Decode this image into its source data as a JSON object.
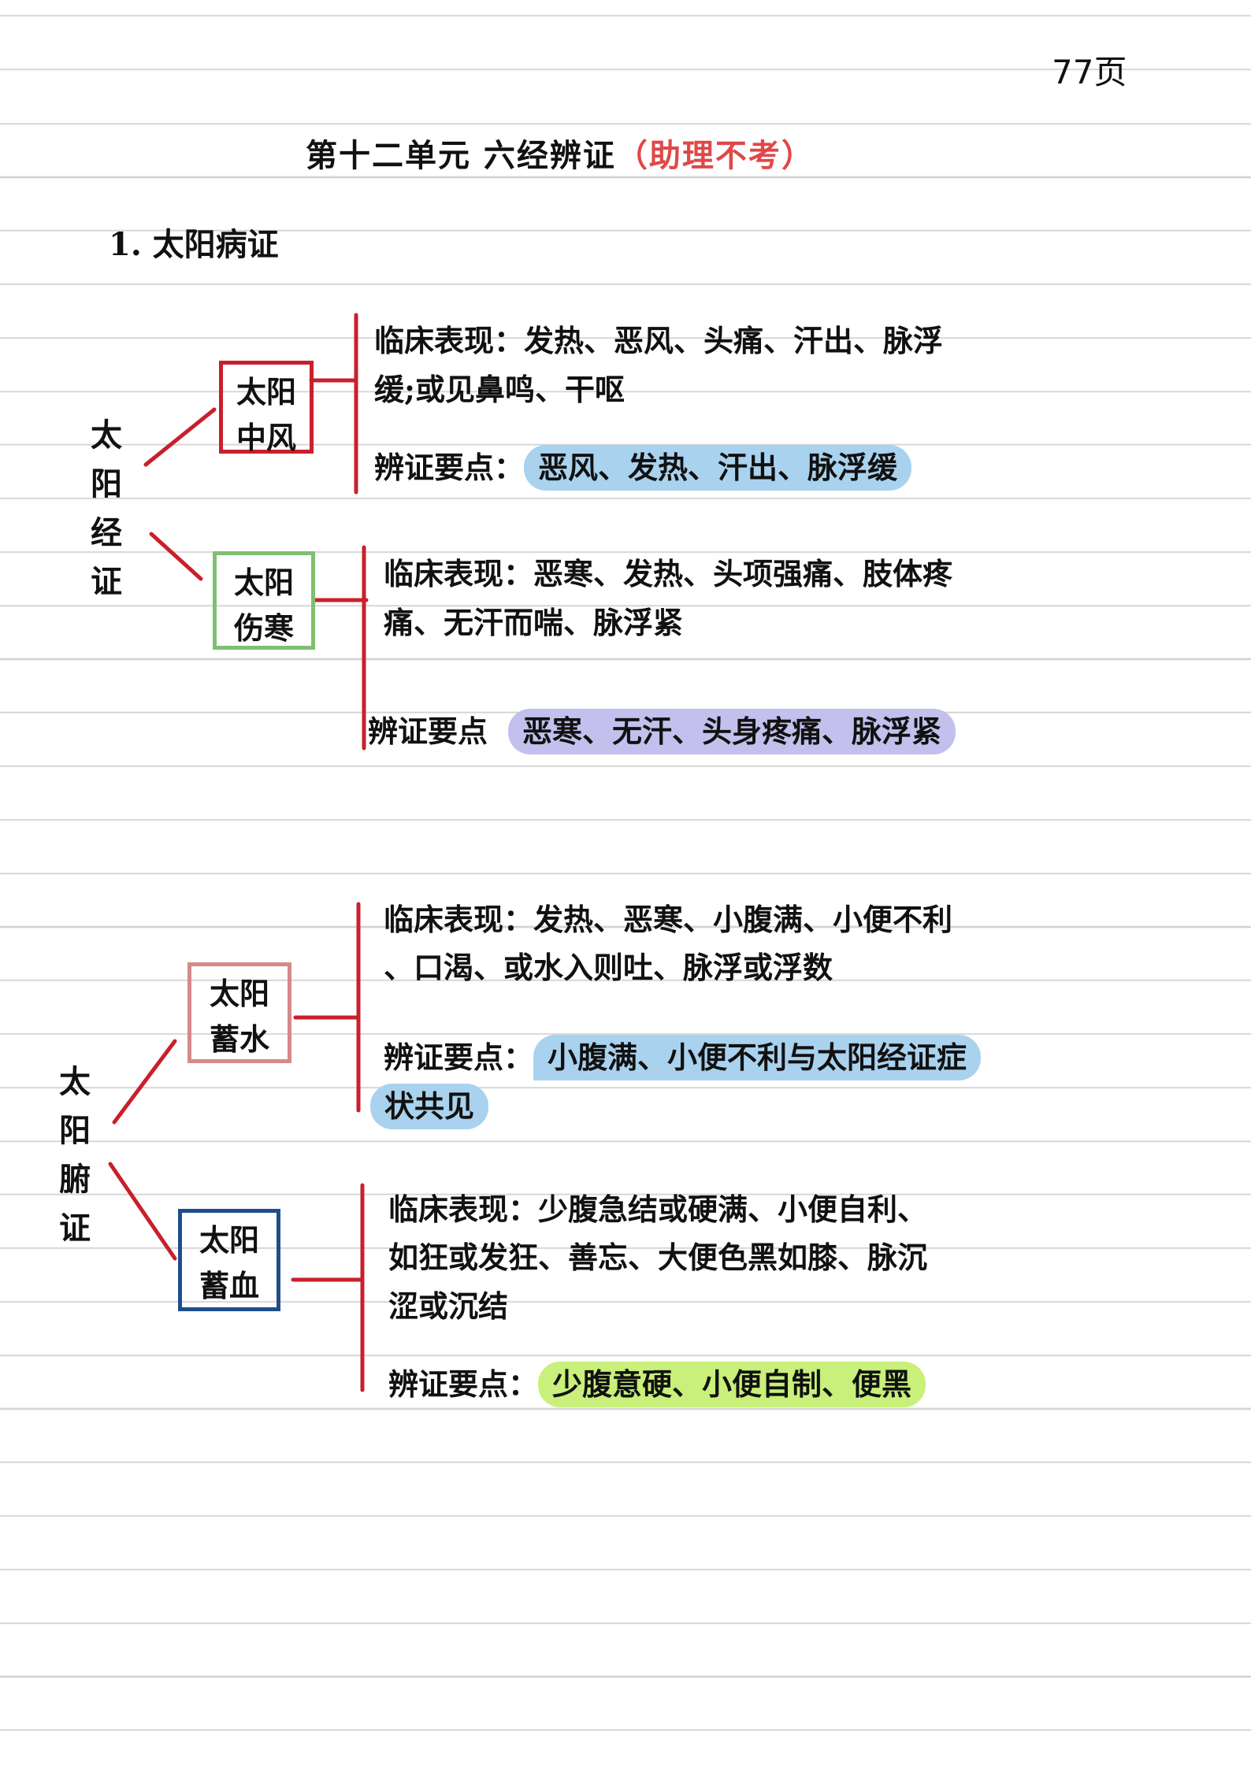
{
  "page_number": "77页",
  "title": {
    "main": "第十二单元  六经辨证",
    "note": "（助理不考）"
  },
  "section": "1. 太阳病证",
  "group1": {
    "label": "太阳经证",
    "items": [
      {
        "box_line1": "太阳",
        "box_line2": "中风",
        "box_color": "#c8202c",
        "clinical_line1": "临床表现：发热、恶风、头痛、汗出、脉浮",
        "clinical_line2": "缓;或见鼻鸣、干呕",
        "key_label": "辨证要点：",
        "key_text": "恶风、发热、汗出、脉浮缓",
        "key_color": "#a9d2ee"
      },
      {
        "box_line1": "太阳",
        "box_line2": "伤寒",
        "box_color": "#7fbf73",
        "clinical_line1": "临床表现：恶寒、发热、头项强痛、肢体疼",
        "clinical_line2": "痛、无汗而喘、脉浮紧",
        "key_label": "辨证要点",
        "key_text": "恶寒、无汗、头身疼痛、脉浮紧",
        "key_color": "#c3c0ee"
      }
    ]
  },
  "group2": {
    "label": "太阳腑证",
    "items": [
      {
        "box_line1": "太阳",
        "box_line2": "蓄水",
        "box_color": "#d48a8a",
        "clinical_line1": "临床表现：发热、恶寒、小腹满、小便不利",
        "clinical_line2": "、口渴、或水入则吐、脉浮或浮数",
        "key_label": "辨证要点：",
        "key_text": "小腹满、小便不利与太阳经证症",
        "key_text2": "状共见",
        "key_color": "#a9d2ee"
      },
      {
        "box_line1": "太阳",
        "box_line2": "蓄血",
        "box_color": "#1f4d8c",
        "clinical_line1": "临床表现：少腹急结或硬满、小便自利、",
        "clinical_line2": "如狂或发狂、善忘、大便色黑如膝、脉沉",
        "clinical_line3": "涩或沉结",
        "key_label": "辨证要点：",
        "key_text": "少腹意硬、小便自制、便黑",
        "key_color": "#c8f07a"
      }
    ]
  },
  "colors": {
    "bracket": "#c8202c",
    "note": "#e04848"
  }
}
